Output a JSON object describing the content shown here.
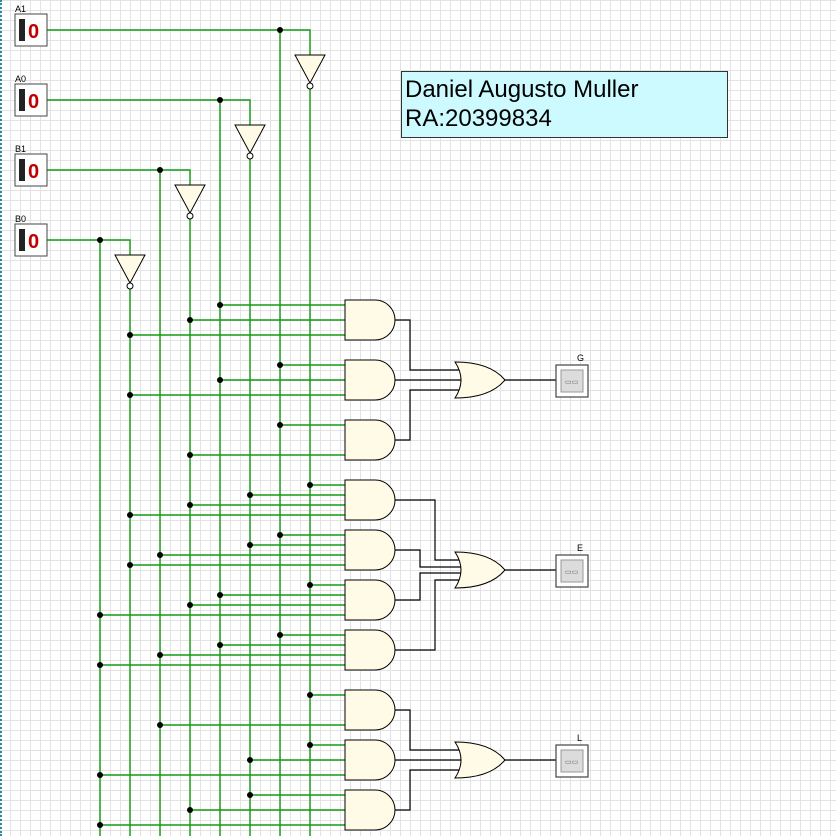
{
  "inputs": [
    {
      "label": "A1",
      "value": "0"
    },
    {
      "label": "A0",
      "value": "0"
    },
    {
      "label": "B1",
      "value": "0"
    },
    {
      "label": "B0",
      "value": "0"
    }
  ],
  "outputs": [
    {
      "label": "G"
    },
    {
      "label": "E"
    },
    {
      "label": "L"
    }
  ],
  "author_box": {
    "name": "Daniel Augusto Muller",
    "ra": "RA:20399834"
  },
  "colors": {
    "wire": "#129a12",
    "gate_fill": "#fffbe6",
    "note_fill": "#ccfaff",
    "switch_digit": "#c00000"
  }
}
